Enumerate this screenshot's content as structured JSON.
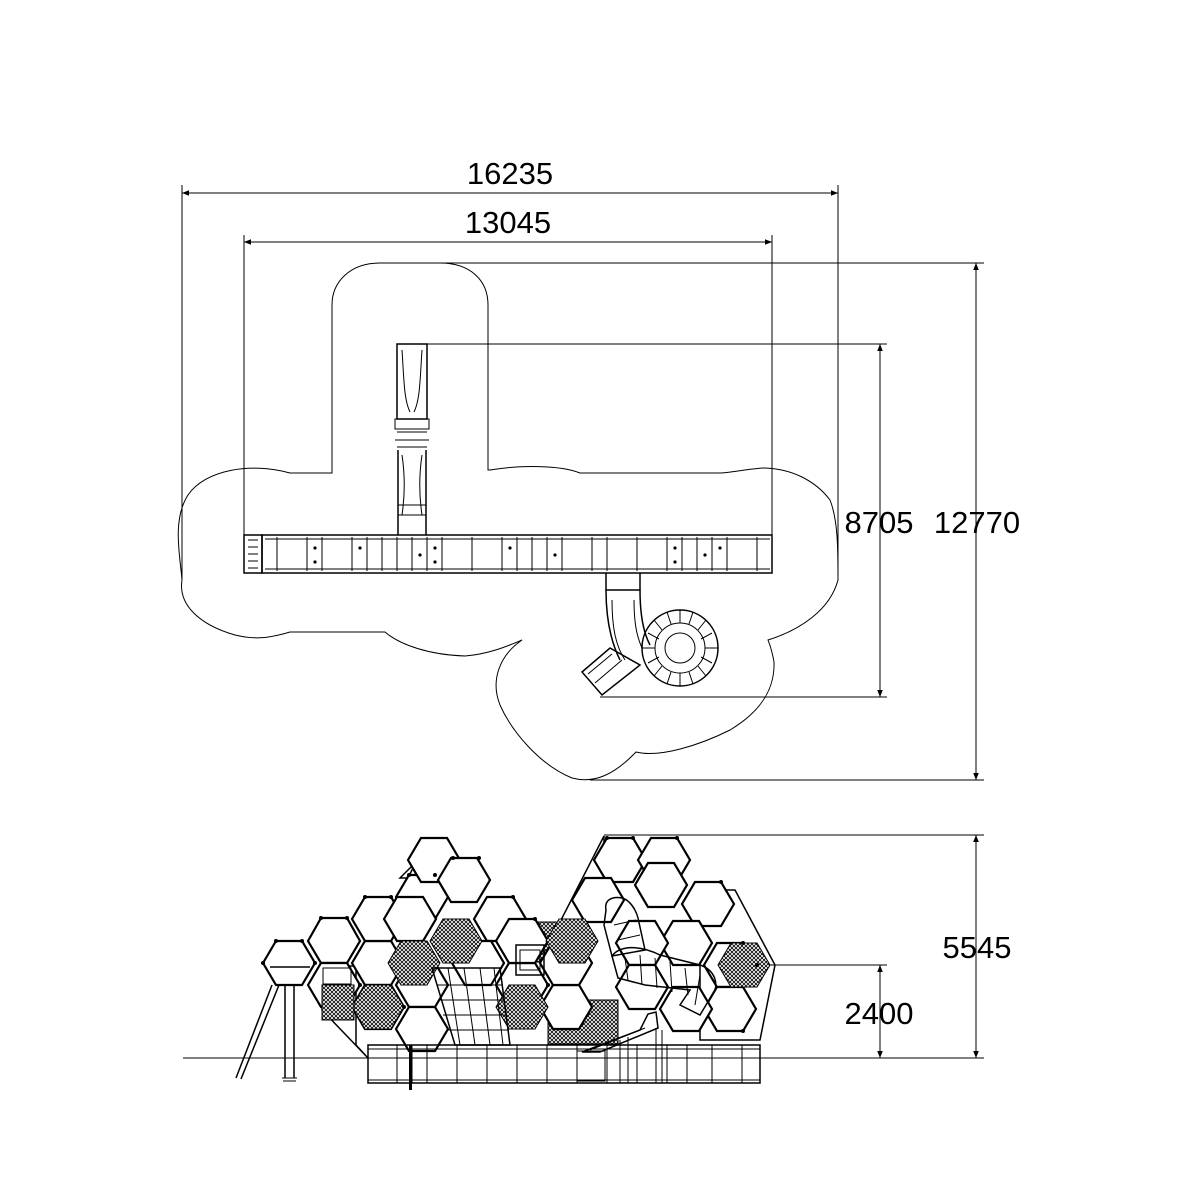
{
  "dimensions": {
    "overall_width": "16235",
    "structure_width": "13045",
    "structure_depth": "8705",
    "overall_depth": "12770",
    "total_height": "5545",
    "platform_height": "2400"
  }
}
